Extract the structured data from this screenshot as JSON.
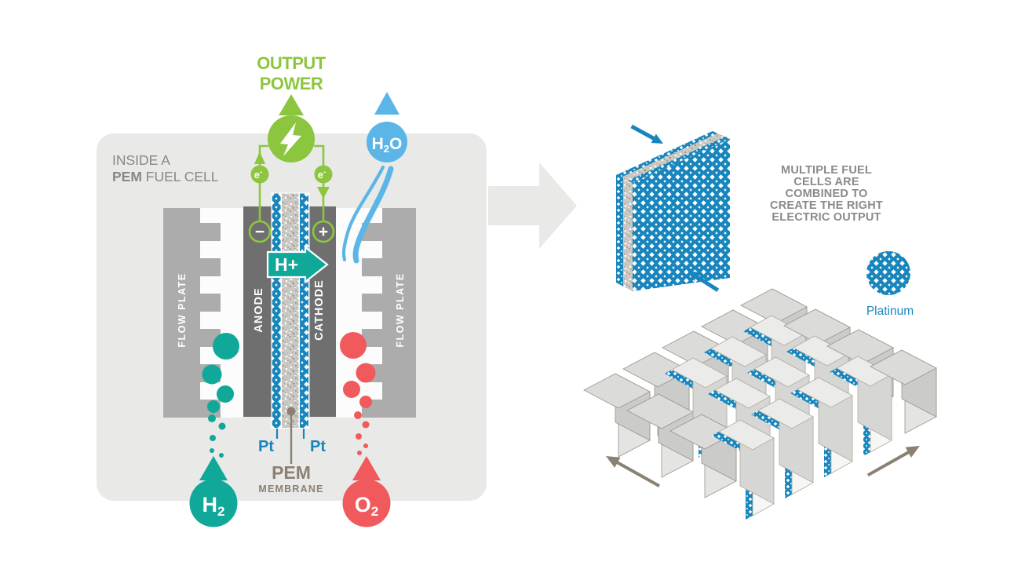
{
  "colors": {
    "green": "#8CC63F",
    "teal": "#10A898",
    "pattern_blue": "#1886BD",
    "light_blue": "#5BB6E7",
    "red": "#F05A5C",
    "panel_gray": "#E9E9E8",
    "plate_gray": "#ACACAC",
    "electrode_gray": "#6F6F6F",
    "caption_gray": "#8A8A8A",
    "title_gray": "#8B8880",
    "membrane_label_gray": "#8A8174"
  },
  "fuel_cell_panel": {
    "title_line1": "INSIDE A",
    "title_bold": "PEM",
    "title_rest": " FUEL CELL",
    "output_power": {
      "line1": "OUTPUT",
      "line2": "POWER"
    },
    "water": {
      "pre": "H",
      "sub": "2",
      "post": "O"
    },
    "electron_left": {
      "base": "e",
      "sup": "-"
    },
    "electron_right": {
      "base": "e",
      "sup": "-"
    },
    "minus_terminal": "−",
    "plus_terminal": "+",
    "proton_arrow": "H+",
    "anode": "ANODE",
    "cathode": "CATHODE",
    "flow_plate_left": "FLOW PLATE",
    "flow_plate_right": "FLOW PLATE",
    "pt_left": "Pt",
    "pt_right": "Pt",
    "membrane_label": {
      "line1": "PEM",
      "line2": "MEMBRANE"
    },
    "hydrogen": {
      "pre": "H",
      "sub": "2"
    },
    "oxygen": {
      "pre": "O",
      "sub": "2"
    }
  },
  "stack_panel": {
    "caption_lines": [
      "MULTIPLE FUEL",
      "CELLS ARE",
      "COMBINED TO",
      "CREATE THE RIGHT",
      "ELECTRIC OUTPUT"
    ],
    "legend_label": "Platinum"
  }
}
